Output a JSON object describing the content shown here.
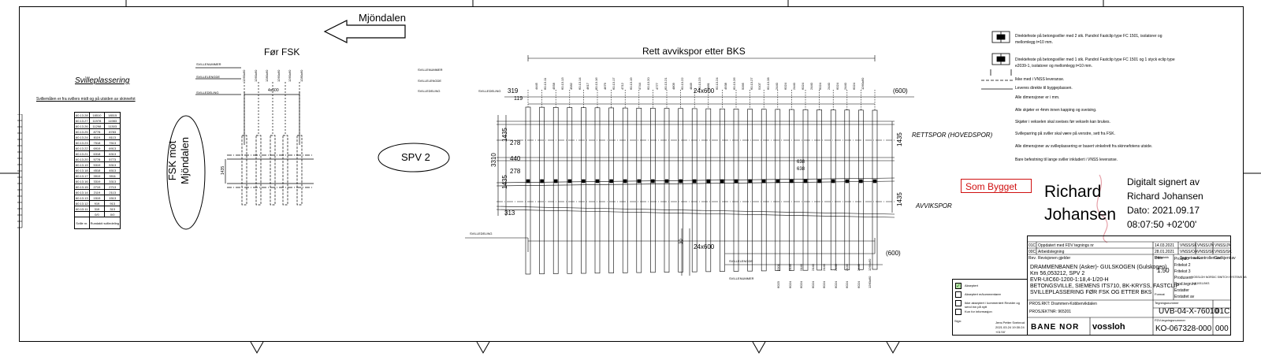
{
  "direction": {
    "label": "Mjöndalen"
  },
  "left_panel": {
    "title": "Svilleplassering",
    "subtitle": "Svillemålen er fra svillers midt og på utsiden av skinnefot",
    "table": {
      "rows": [
        [
          "60.13.28",
          "18510",
          "18515"
        ],
        [
          "60.13.27",
          "11978",
          "11983"
        ],
        [
          "60.13.26",
          "11298",
          "11303"
        ],
        [
          "60.13.25",
          "8778",
          "8783"
        ],
        [
          "60.13.24",
          "8119",
          "8113"
        ],
        [
          "60.13.23",
          "7518",
          "7513"
        ],
        [
          "60.13.22",
          "6919",
          "6913"
        ],
        [
          "60.13.21",
          "6318",
          "6313"
        ],
        [
          "60.13.20",
          "5778",
          "5773"
        ],
        [
          "60.13.19",
          "5319",
          "5313"
        ],
        [
          "60.13.18",
          "4518",
          "4513"
        ],
        [
          "60.13.17",
          "3919",
          "3911"
        ],
        [
          "60.13.16",
          "3319",
          "3313"
        ],
        [
          "60.13.15",
          "2719",
          "2713"
        ],
        [
          "60.13.14",
          "2119",
          "2113"
        ],
        [
          "60.13.13",
          "1519",
          "1513"
        ],
        [
          "60.13.12",
          "919",
          "913"
        ],
        [
          "60.13.11",
          "319",
          "313"
        ],
        [
          "",
          "0/0",
          "0/0"
        ]
      ],
      "footer": [
        "Sville nr.",
        "Rundakti svilledeling"
      ]
    }
  },
  "fsk_label": {
    "line1": "FSK mot",
    "line2": "Mjöndalen"
  },
  "spv_label": "SPV 2",
  "before_fsk": {
    "title": "Før FSK",
    "row_labels": [
      "SVILLENUMMER",
      "SVILLELENGDE",
      "SVILLEDELING"
    ],
    "sleeper_texts": [
      "1260x60",
      "1260x60",
      "1280x60",
      "1260x60",
      "1260x60",
      "1280x60"
    ],
    "dim_spacing": "4x600",
    "dim_gauge": "1435"
  },
  "after_bks": {
    "title": "Rett avvikspor etter BKS",
    "row_labels": [
      "SVILLENUMMER",
      "SVILLELENGDE",
      "SVILLEDELING"
    ],
    "svillenummer": [
      "4445",
      "60.13.11",
      "4558",
      "60.13.13",
      "4582",
      "60.13.14",
      "4617",
      "60.13.16",
      "4679",
      "60.13.17",
      "4712",
      "60.13.19",
      "4744",
      "60.13.20",
      "4777",
      "60.13.21",
      "4809",
      "60.13.22",
      "4849",
      "60.13.23",
      "4881",
      "60.13.24",
      "4938",
      "60.13.26",
      "5095",
      "60.13.27",
      "5107",
      "60.13.28",
      "2440",
      "6024",
      "2440",
      "6024",
      "2440",
      "6024",
      "2440",
      "6024",
      "2440",
      "6024",
      "1260x60"
    ],
    "dim_top_left": "319",
    "dim_top_left2": "119",
    "dim_top_span": "24x600",
    "dim_top_right": "(600)",
    "dim_278a": "278",
    "dim_440": "440",
    "dim_278b": "278",
    "dim_3310": "3310",
    "dim_1435a": "1435",
    "dim_1435b": "1435",
    "dim_1435r1": "1435",
    "dim_1435r2": "1435",
    "dim_313": "313",
    "dim_638a": "638",
    "dim_638b": "638",
    "rettspor": "RETTSPOR (HOVEDSPOR)",
    "avvikspor": "AVVIKSPOR",
    "svilledeling_bottom": "SVILLEDELING",
    "dim_bottom_span": "24x600",
    "dim_bottom_right": "(600)",
    "dim_30": "30",
    "bottom_row_labels": [
      "SVILLELENGDE",
      "SVILLENUMMER"
    ],
    "bottom_lengths": [
      "2300",
      "2440",
      "2440",
      "2440",
      "2440",
      "2440",
      "2440",
      "2440",
      "1260x60"
    ],
    "bottom_numbers": [
      "6023",
      "6024",
      "6024",
      "6024",
      "6024",
      "6024",
      "6024",
      "6024",
      "1260x60"
    ]
  },
  "legend": {
    "items": [
      "Direktefeste på betongsviller med 2 stk. Pandrol Fastclip type FC 1501, isolatorer og mellomlegg t=10 mm.",
      "Direktefeste på betongsviller med 1 stk. Pandrol Fastclip type FC 1501 og 1 styck eclip type e2039-1, isolatorer og mellomlegg t=10 mm."
    ],
    "line_items": [
      "Ikke med i VNSS leveranse.",
      "Leveres direkte til byggeplassen."
    ],
    "notes": [
      "Alle dimensjoner er i mm.",
      "Alle skjøter er 4mm innen kapping og sveising.",
      "Skjøter i vekselen skal sveises før vekseln kan brukes.",
      "Svilleparring på sviller skal være på venstre, sett fra FSK.",
      "Alle dimensjoner av svilleplassering er basert vinkelrett fra skinnefotens utside.",
      "Bare befestning til lange sviller inkludert i VNSS leveranse."
    ]
  },
  "stamp": {
    "label": "Som Bygget",
    "color": "#d01010"
  },
  "signature": {
    "name_line1": "Richard",
    "name_line2": "Johansen",
    "text_line1": "Digitalt signert av",
    "text_line2": "Richard Johansen",
    "text_line3": "Dato: 2021.09.17",
    "text_line4": "08:07:50 +02'00'"
  },
  "revisions": [
    {
      "rev": "01C",
      "text": "Oppdatert med FDV tegnings nr",
      "date": "14.03.2021",
      "a": "VNSS/SK",
      "b": "VNSS/JN",
      "c": "VNSS/JN"
    },
    {
      "rev": "00C",
      "text": "Arbeidstegning",
      "date": "28.01.2021",
      "a": "VNSS/OA",
      "b": "VNSS/SK",
      "c": "VNSS/SK"
    },
    {
      "rev": "Rev.",
      "text": "Revisjonen gjelder",
      "date": "Dato",
      "a": "Tegnet av",
      "b": "Kontrollert av",
      "c": "Godkjent av"
    }
  ],
  "title_block": {
    "line1": "DRAMMENBANEN (Asker)- GULSKOGEN (Gulskogen)",
    "line2": "Km 56,053212, SPV 2",
    "line3": "EVR-UIC60-1200-1:18,4-1/20-H",
    "line4": "BETONGSVILLE, SIEMENS ITS710, BK-KRYSS, FASTCLIP",
    "line5": "SVILLEPLASSERING FØR FSK OG ETTER BKS",
    "scale_label": "Målestokk",
    "scale": "1:50",
    "format_label": "Format",
    "fields": [
      [
        "Prosjekt",
        "Fritekst 1"
      ],
      [
        "Fritekst 2",
        ""
      ],
      [
        "Fritekst 3",
        ""
      ],
      [
        "Produsent",
        "VOSSLOH NORDIC SWITCH SYSTEMS AB"
      ],
      [
        "Prod.tegn.nr.",
        "3-111931-BKS"
      ],
      [
        "Erstatter",
        ""
      ],
      [
        "Erstattet av",
        ""
      ]
    ],
    "project": "PROS.RKT: Drammen-Kobbervikdalen",
    "project_no": "PROSJEKTNR: 965201",
    "drawing_no_label": "Tegningsnummer",
    "drawing_no": "UVB-04-X-76010",
    "drawing_rev": "01C",
    "fdv_label": "FDV-tegningsnummer",
    "fdv_no": "KO-067328-000",
    "fdv_rev": "000",
    "bane_nor": "BANE NOR",
    "vossloh": "vossloh"
  },
  "status_box": {
    "items": [
      "Akseptert",
      "Akseptert m/kommentarer",
      "Ikke akseptert / kommentert Revider og send inn på nytt",
      "Kun for informasjon"
    ],
    "checked_index": 0,
    "sign_label": "Sign:",
    "signer": "Jens Petter Sveinrud",
    "signer_date": "2021.03.24 19:30:24",
    "signer_tz": "+01'00'"
  }
}
